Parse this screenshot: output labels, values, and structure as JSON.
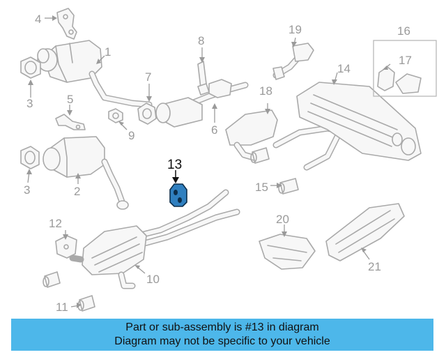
{
  "diagram": {
    "highlighted_part": "13",
    "highlight_color": "#2f7fbf",
    "callouts": {
      "c1": "1",
      "c2": "2",
      "c3a": "3",
      "c3b": "3",
      "c4": "4",
      "c5": "5",
      "c6": "6",
      "c7": "7",
      "c8": "8",
      "c9": "9",
      "c10": "10",
      "c11": "11",
      "c12": "12",
      "c13": "13",
      "c14": "14",
      "c15": "15",
      "c16": "16",
      "c17": "17",
      "c18": "18",
      "c19": "19",
      "c20": "20",
      "c21": "21"
    }
  },
  "banner": {
    "line1": "Part or sub-assembly is #13 in diagram",
    "line2": "Diagram may not be specific to your vehicle",
    "background": "#4db7ea"
  }
}
